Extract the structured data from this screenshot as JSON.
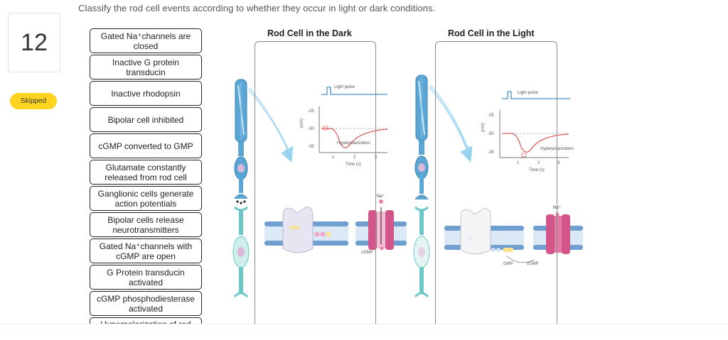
{
  "question": {
    "text": "Classify the rod cell events according to whether they occur in light or dark conditions."
  },
  "question_number": "12",
  "status": "Skipped",
  "tiles": [
    {
      "label": "Gated Na⁺channels are closed"
    },
    {
      "label": "Inactive G protein transducin"
    },
    {
      "label": "Inactive rhodopsin"
    },
    {
      "label": "Bipolar cell inhibited"
    },
    {
      "label": "cGMP converted to GMP"
    },
    {
      "label": "Glutamate constantly released from rod cell"
    },
    {
      "label": "Ganglionic cells generate action potentials"
    },
    {
      "label": "Bipolar cells release neurotransmitters"
    },
    {
      "label": "Gated Na⁺channels with cGMP are open"
    },
    {
      "label": "G Protein transducin activated"
    },
    {
      "label": "cGMP phosphodiesterase activated"
    },
    {
      "label": "Hyperpolarization of rod"
    }
  ],
  "zones": {
    "dark": {
      "title": "Rod Cell in the Dark"
    },
    "light": {
      "title": "Rod Cell in the Light"
    }
  },
  "figure": {
    "dark_graph": {
      "pulse_label": "Light pulse",
      "ylabel": "(mV)",
      "yticks": [
        "-25",
        "-30",
        "-35"
      ],
      "xticks": [
        "1",
        "2",
        "3"
      ],
      "xlabel": "Time (s)",
      "curve_label": "Hyperpolarization"
    },
    "light_graph": {
      "pulse_label": "Light pulse",
      "ylabel": "(mV)",
      "yticks": [
        "-25",
        "-30",
        "-35"
      ],
      "xticks": [
        "1",
        "2",
        "3"
      ],
      "xlabel": "Time (s)",
      "curve_label": "Hyperpolarization"
    },
    "dark_channel": {
      "ion_label": "Na⁺",
      "cgmp_label": "cGMP"
    },
    "light_channel": {
      "ion_label": "Na⁺",
      "gmp_label": "GMP",
      "cgmp_label": "cGMP"
    }
  },
  "colors": {
    "badge": "#ffd41e",
    "rod_blue": "#5aa7d6",
    "bipolar_teal": "#6cc7c9",
    "membrane_blue": "#6e9fcf",
    "channel_pink": "#d3568a",
    "curve_red": "#e05a5a",
    "pulse_blue": "#4a90c8"
  }
}
